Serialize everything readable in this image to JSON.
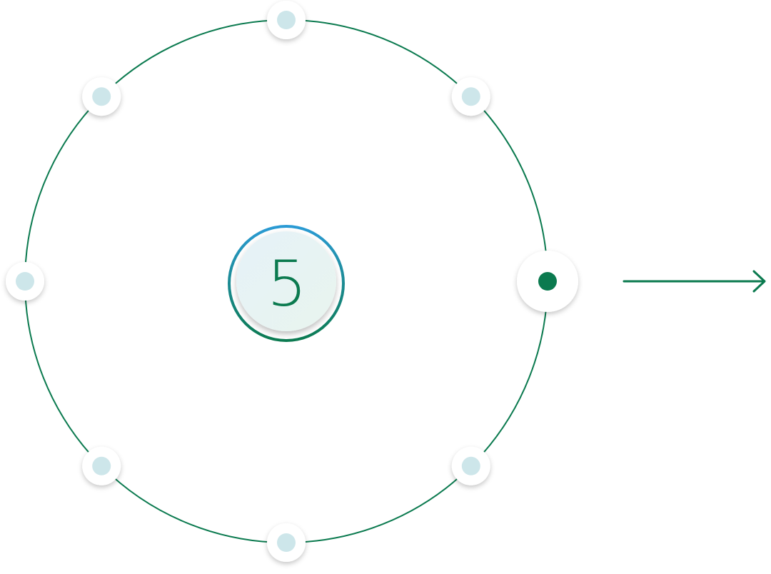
{
  "step": {
    "number": "5"
  },
  "colors": {
    "ring": "#0b7a4f",
    "node_fill": "#ffffff",
    "node_dot": "#cde6ea",
    "active_dot": "#0b7a4f",
    "center_gradient_top": "#2b9bd6",
    "center_gradient_bottom": "#0b7a4f",
    "arrow": "#0b7a4f"
  },
  "icons": {
    "arrow": "arrow-right-icon"
  },
  "nodes": [
    {
      "name": "node-top",
      "active": false
    },
    {
      "name": "node-top-right",
      "active": false
    },
    {
      "name": "node-right",
      "active": true
    },
    {
      "name": "node-bottom-right",
      "active": false
    },
    {
      "name": "node-bottom",
      "active": false
    },
    {
      "name": "node-bottom-left",
      "active": false
    },
    {
      "name": "node-left",
      "active": false
    },
    {
      "name": "node-top-left",
      "active": false
    }
  ]
}
